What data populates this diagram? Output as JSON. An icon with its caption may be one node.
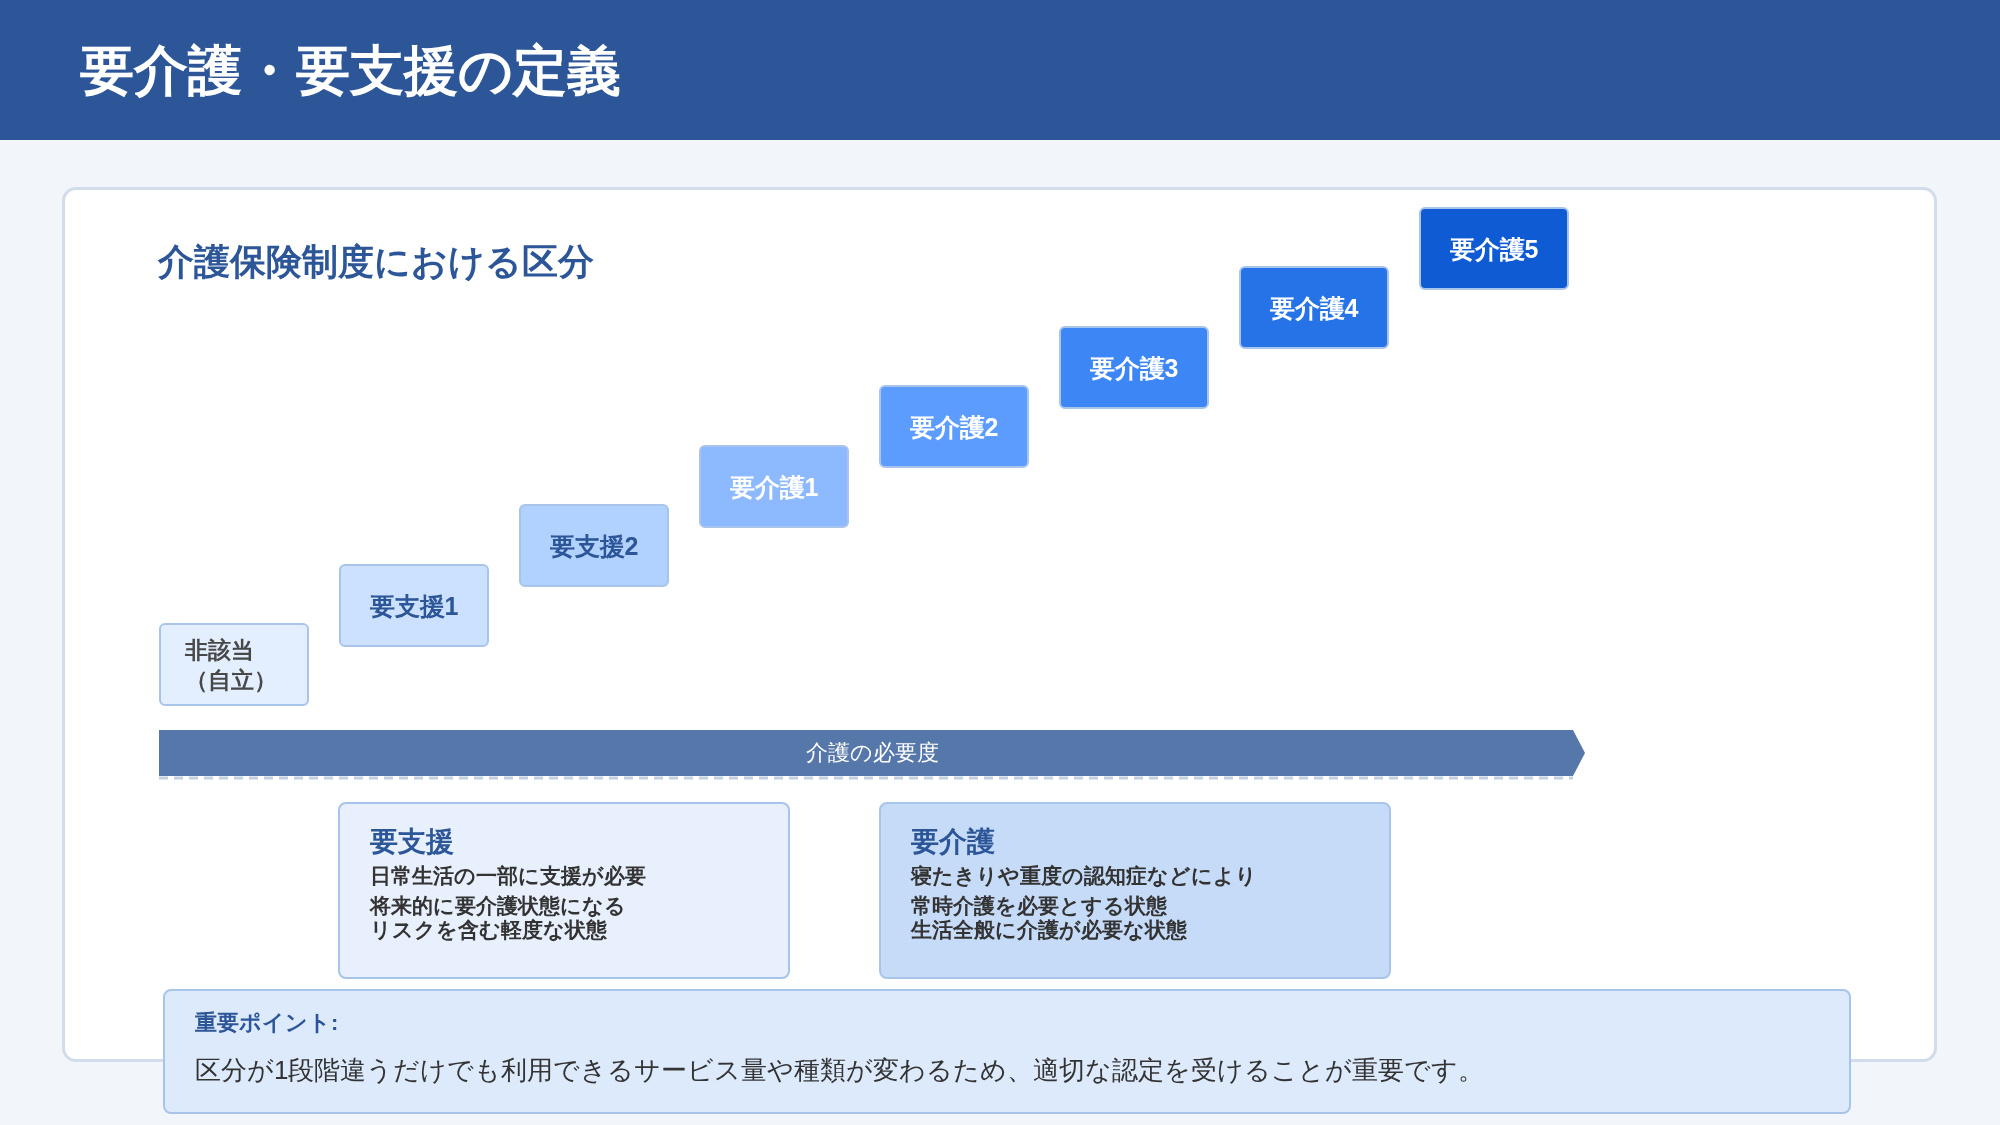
{
  "diagram": {
    "title": "要介護・要支援の定義",
    "nodes": [
      {
        "text": [
          "介護保険制度における区分"
        ]
      },
      {
        "text": [
          "非該当（自立）"
        ],
        "in": 0
      },
      {
        "text": [
          "要支援1"
        ],
        "in": 0
      },
      {
        "text": [
          "要支援2"
        ],
        "in": 0
      },
      {
        "text": [
          "要介護1"
        ],
        "in": 0
      },
      {
        "text": [
          "要介護2"
        ],
        "in": 0
      },
      {
        "text": [
          "要介護3"
        ],
        "in": 0
      },
      {
        "text": [
          "要介護4"
        ],
        "in": 0
      },
      {
        "text": [
          "要介護5"
        ],
        "in": 0
      },
      {
        "text": [
          "介護の必要度"
        ],
        "in": 0
      },
      {
        "text": [
          "要支援",
          "日常生活の一部に支援が必要",
          "将来的に要介護状態になる",
          "リスクを含む軽度な状態"
        ],
        "in": 0
      },
      {
        "text": [
          "要介護",
          "寝たきりや重度の認知症などにより",
          "常時介護を必要とする状態",
          "生活全般に介護が必要な状態"
        ],
        "in": 0
      },
      {
        "text": [
          "重要ポイント:",
          "区分が1段階違うだけでも利用できるサービス量や種類が変わるため、適切な認定を受けることが重要です。"
        ]
      }
    ]
  }
}
